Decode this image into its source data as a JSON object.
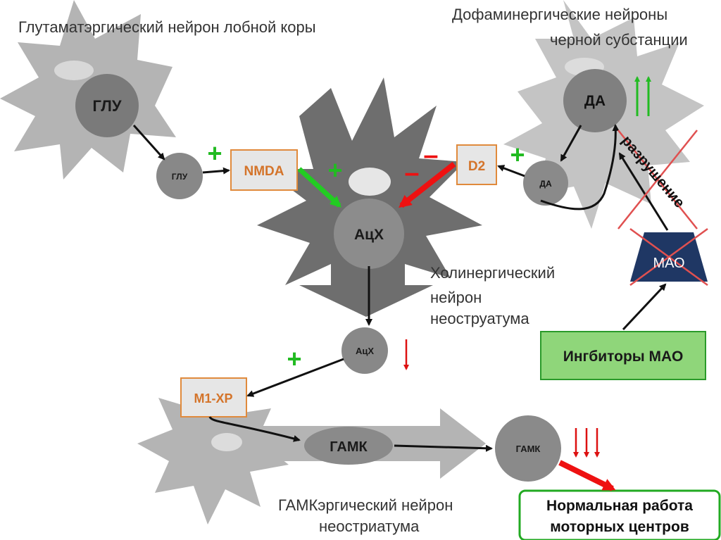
{
  "labels": {
    "glut_neuron": "Глутаматэргический нейрон лобной коры",
    "dopa_neuron_line1": "Дофаминергические нейроны",
    "dopa_neuron_line2": "черной субстанции",
    "chol_neuron_line1": "Холинергический",
    "chol_neuron_line2": "нейрон",
    "chol_neuron_line3": "неоструатума",
    "gaba_neuron_line1": "ГАМКэргический нейрон",
    "gaba_neuron_line2": "неостриатума",
    "destruction": "разрушение"
  },
  "nodes": {
    "glu_big": "ГЛУ",
    "glu_small": "ГЛУ",
    "nmda": "NMDA",
    "ach_big": "АцХ",
    "ach_small": "АцХ",
    "d2": "D2",
    "da_big": "ДА",
    "da_small": "ДА",
    "mao": "МАО",
    "mao_inhibitors": "Ингбиторы МАО",
    "m1": "М1-ХР",
    "gaba_big": "ГАМК",
    "gaba_small": "ГАМК",
    "outcome_line1": "Нормальная работа",
    "outcome_line2": "моторных центров"
  },
  "signs": {
    "plus": "+",
    "minus": "–"
  },
  "colors": {
    "plus_green": "#22bb22",
    "minus_red": "#ee1111",
    "orange_border": "#e08a3c",
    "receptor_text": "#d4742a",
    "green_box": "#8fd67a",
    "green_border": "#22aa22",
    "mao_fill": "#1f3764",
    "neuron_dark": "#707070",
    "neuron_light": "#b8b8b8",
    "node_gray": "#8a8a8a"
  },
  "icons": {
    "up_arrows": "double-up-arrow-icon",
    "down_arrow": "down-arrow-icon",
    "triple_down": "triple-down-arrow-icon"
  }
}
